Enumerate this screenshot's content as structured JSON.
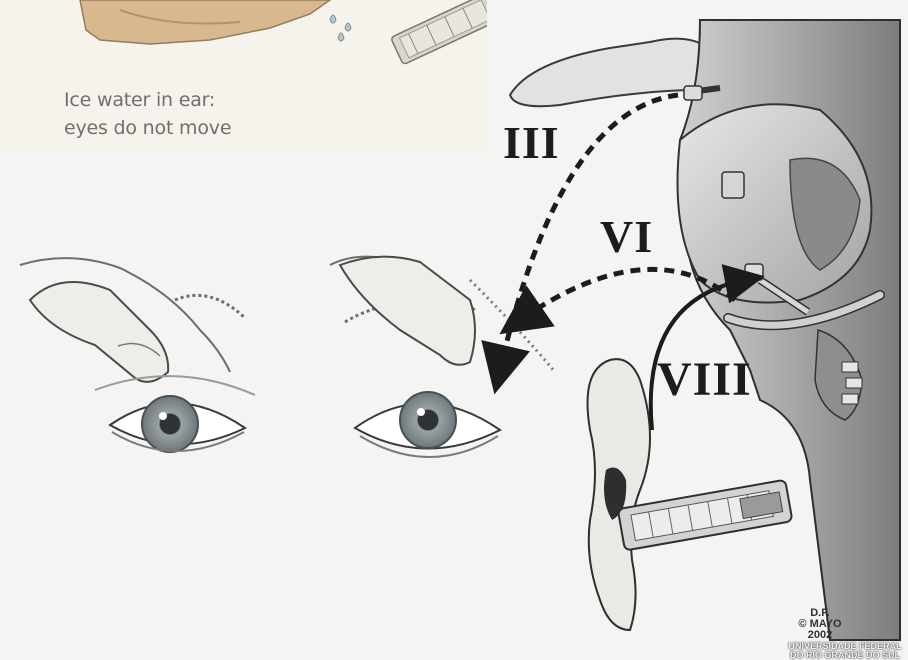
{
  "caption": "Ice water in ear:\neyes do not move",
  "labels": {
    "cranial_nerve_iii": "III",
    "cranial_nerve_vi": "VI",
    "cranial_nerve_viii": "VIII"
  },
  "credit": {
    "author": "D.F.",
    "org": "© MAYO",
    "year": "2002"
  },
  "watermark": {
    "line1": "UNIVERSIDADE FEDERAL",
    "line2": "DO RIO GRANDE DO SUL"
  },
  "colors": {
    "ink": "#1c1c1c",
    "skin_shadow": "#9a9a9a",
    "iris": "#8d969a",
    "inset_bg": "#f6f3ec"
  }
}
